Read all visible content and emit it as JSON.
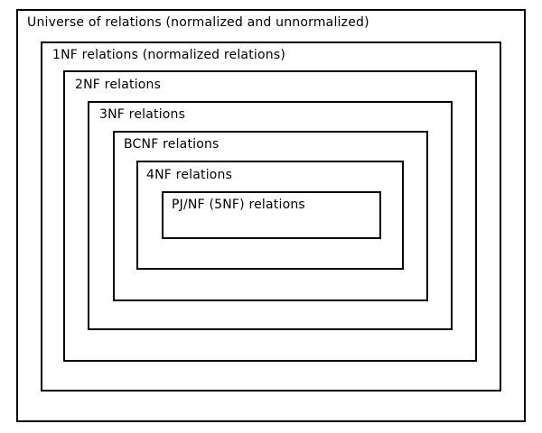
{
  "diagram": {
    "boxes": [
      {
        "label": "Universe of relations (normalized and unnormalized)"
      },
      {
        "label": "1NF relations (normalized relations)"
      },
      {
        "label": "2NF relations"
      },
      {
        "label": "3NF relations"
      },
      {
        "label": "BCNF relations"
      },
      {
        "label": "4NF relations"
      },
      {
        "label": "PJ/NF (5NF) relations"
      }
    ]
  }
}
